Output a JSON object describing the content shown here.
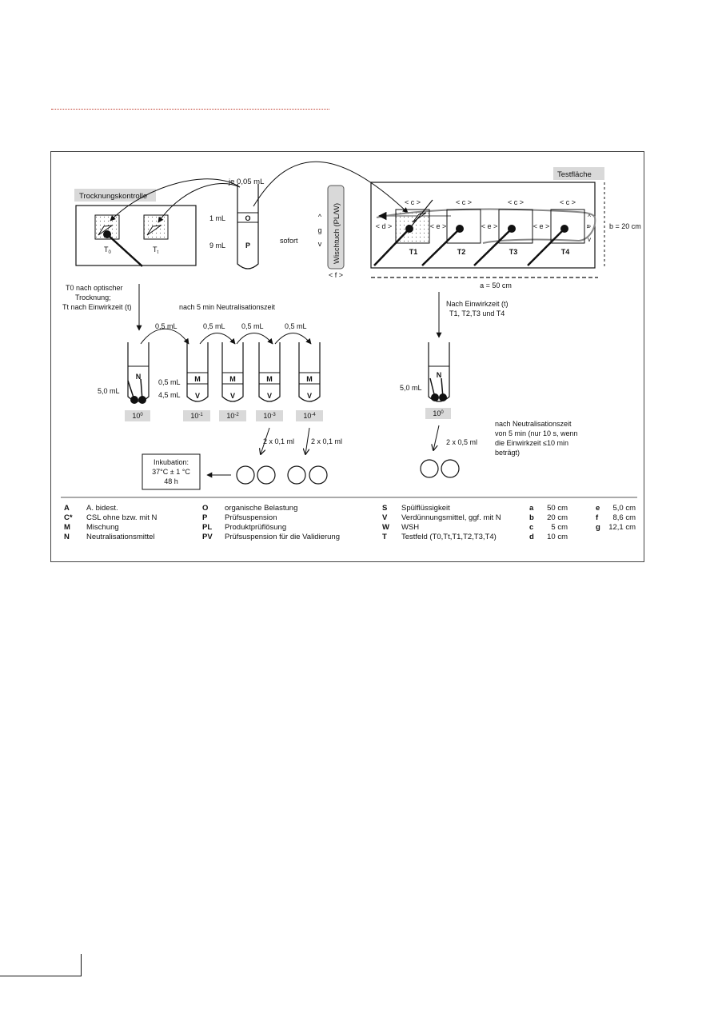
{
  "diagram": {
    "drying_control": {
      "title": "Trocknungskontrolle",
      "field_t0": "T",
      "field_t0_sub": "0",
      "field_tt": "T",
      "field_tt_sub": "t"
    },
    "test_surface": {
      "title": "Testfläche",
      "fields": [
        "T1",
        "T2",
        "T3",
        "T4"
      ],
      "c_label": "<  c  >",
      "d_label": "< d >",
      "e_label": "< e >",
      "a_label": "a = 50 cm",
      "b_label": "b = 20 cm",
      "side_marks": [
        "^",
        "a",
        "v"
      ]
    },
    "top_label": "je 0,05 mL",
    "sofort": "sofort",
    "tube_main": {
      "top_volume": "1 mL",
      "top_letter": "O",
      "bottom_volume": "9 mL",
      "bottom_letter": "P"
    },
    "g_marks": [
      "^",
      "g",
      "v"
    ],
    "wipe": {
      "label": "Wischtuch (PL/W)",
      "f_label": "< f >"
    },
    "left_note": [
      "T0 nach optischer",
      "Trocknung;",
      "Tt  nach Einwirkzeit (t)"
    ],
    "neutralisation_note": "nach 5 min Neutralisationszeit",
    "transfer_volume": "0,5 mL",
    "first_tube": {
      "letter": "N",
      "volume": "5,0 mL",
      "dilution": "10",
      "dilution_exp": "0"
    },
    "dilution_tubes": {
      "top_letter": "M",
      "bottom_letter": "V",
      "top_volume": "0,5 mL",
      "bottom_volume": "4,5 mL",
      "labels": [
        "10",
        "10",
        "10",
        "10"
      ],
      "exponents": [
        "-1",
        "-2",
        "-3",
        "-4"
      ]
    },
    "plating": [
      "2 x 0,1 ml",
      "2 x 0,1 ml"
    ],
    "incubation": [
      "Inkubation:",
      "37°C ± 1 °C",
      "48 h"
    ],
    "right_note": [
      "Nach Einwirkzeit (t)",
      "T1, T2,T3 und T4"
    ],
    "right_tube": {
      "letter": "N",
      "volume": "5,0 mL",
      "dilution": "10",
      "dilution_exp": "0"
    },
    "right_plating": "2 x 0,5 ml",
    "right_neutral_note": [
      "nach Neutralisationszeit",
      "von 5 min (nur 10 s, wenn",
      "die Einwirkzeit ≤10 min",
      "beträgt)"
    ]
  },
  "legend": {
    "col1": [
      {
        "key": "A",
        "val": "A. bidest."
      },
      {
        "key": "C*",
        "val": "CSL ohne bzw. mit N"
      },
      {
        "key": "M",
        "val": "Mischung"
      },
      {
        "key": "N",
        "val": "Neutralisationsmittel"
      }
    ],
    "col2": [
      {
        "key": "O",
        "val": "organische Belastung"
      },
      {
        "key": "P",
        "val": "Prüfsuspension"
      },
      {
        "key": "PL",
        "val": "Produktprüflösung"
      },
      {
        "key": "PV",
        "val": "Prüfsuspension für die Validierung"
      }
    ],
    "col3": [
      {
        "key": "S",
        "val": "Spülflüssigkeit"
      },
      {
        "key": "V",
        "val": "Verdünnungsmittel, ggf. mit N"
      },
      {
        "key": "W",
        "val": "WSH"
      },
      {
        "key": "T",
        "val": "Testfeld (T0,Tt,T1,T2,T3,T4)"
      }
    ],
    "col4": [
      {
        "key": "a",
        "val": "50 cm"
      },
      {
        "key": "b",
        "val": "20 cm"
      },
      {
        "key": "c",
        "val": "5 cm"
      },
      {
        "key": "d",
        "val": "10 cm"
      }
    ],
    "col5": [
      {
        "key": "e",
        "val": "5,0 cm"
      },
      {
        "key": "f",
        "val": "8,6 cm"
      },
      {
        "key": "g",
        "val": "12,1 cm"
      }
    ]
  }
}
